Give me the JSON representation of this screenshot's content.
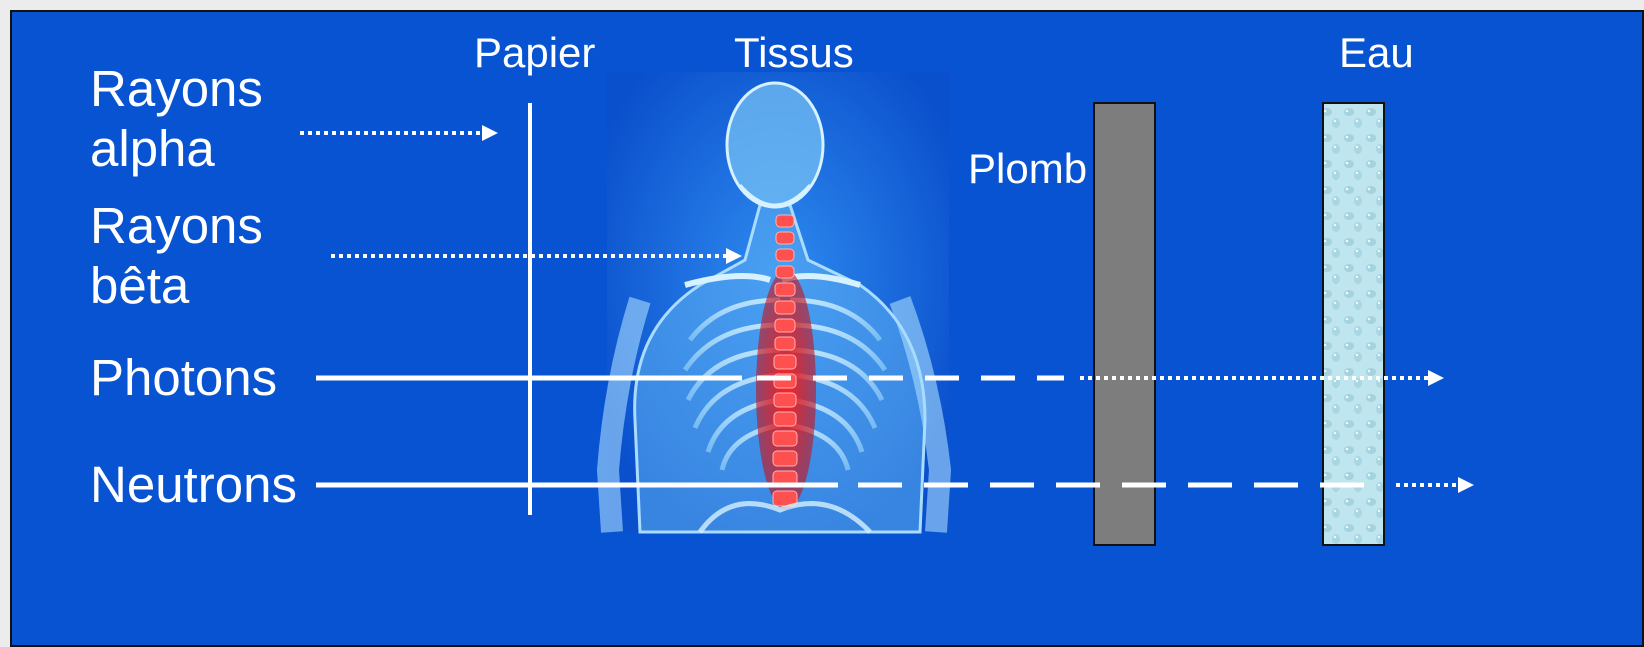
{
  "materials": {
    "paper": "Papier",
    "tissue": "Tissus",
    "lead": "Plomb",
    "water": "Eau"
  },
  "radiations": {
    "alpha": "Rayons alpha",
    "beta": "Rayons bêta",
    "photons": "Photons",
    "neutrons": "Neutrons"
  },
  "colors": {
    "background": "#0853d2",
    "lead": "#7d7d7d",
    "water": "#bfe5ef",
    "line": "#ffffff"
  },
  "image": {
    "tissue_illustration": "human-skeleton-xray"
  }
}
